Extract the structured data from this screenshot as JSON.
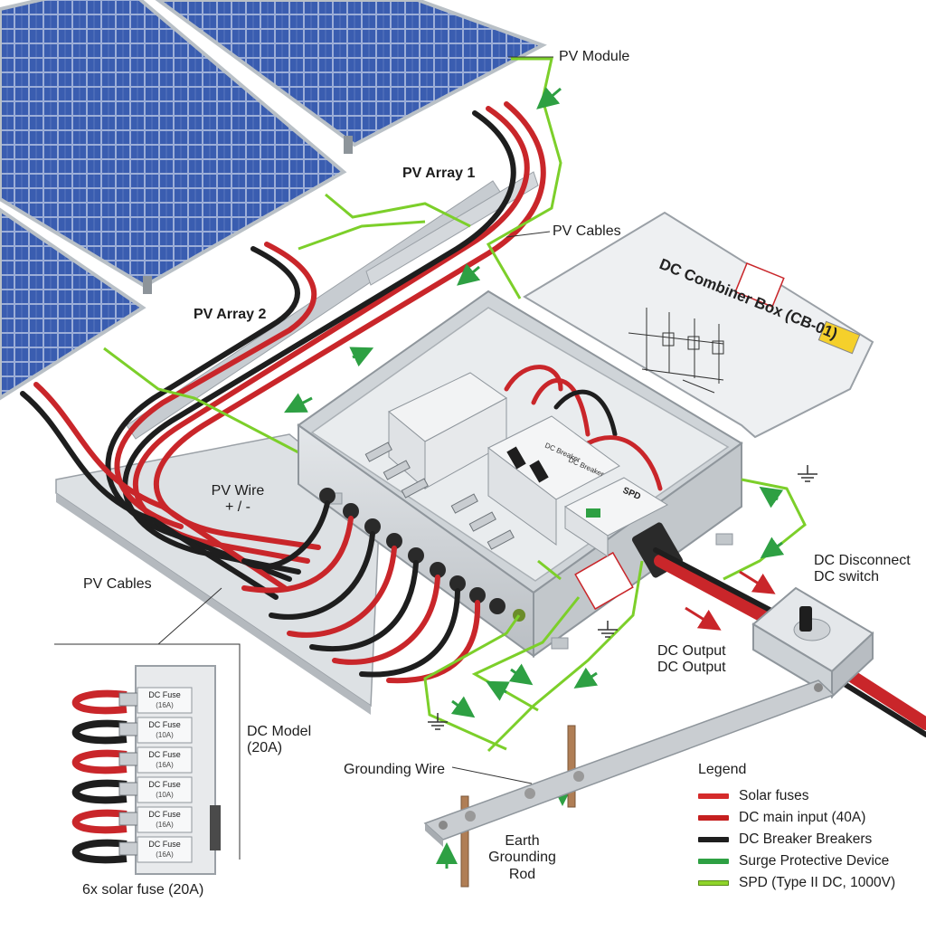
{
  "labels": {
    "pv_module": "PV Module",
    "pv_array_1": "PV Array 1",
    "pv_cables_top": "PV Cables",
    "pv_array_2": "PV Array 2",
    "pv_wire": "PV Wire",
    "pv_wire_polarity": "+ / -",
    "pv_cables_left": "PV Cables",
    "dc_disconnect": "DC Disconnect",
    "dc_switch": "DC switch",
    "dc_output_1": "DC Output",
    "dc_output_2": "DC Output",
    "dc_model": "DC Model",
    "dc_model_rating": "(20A)",
    "grounding_wire": "Grounding Wire",
    "earth_1": "Earth",
    "earth_2": "Grounding",
    "earth_3": "Rod",
    "solar_fuse_caption": "6x solar fuse (20A)"
  },
  "box": {
    "lid_title": "DC Combiner Box (CB-01)",
    "breaker_1": "DC Breaker",
    "breaker_2": "DC Breaker",
    "spd_label": "SPD"
  },
  "fuse_holders": [
    {
      "name": "DC Fuse",
      "rating": "(16A)"
    },
    {
      "name": "DC Fuse",
      "rating": "(10A)"
    },
    {
      "name": "DC Fuse",
      "rating": "(16A)"
    },
    {
      "name": "DC Fuse",
      "rating": "(10A)"
    },
    {
      "name": "DC Fuse",
      "rating": "(16A)"
    },
    {
      "name": "DC Fuse",
      "rating": "(16A)"
    }
  ],
  "legend": {
    "title": "Legend",
    "items": [
      {
        "label": "Solar fuses",
        "color": "#d52b2b"
      },
      {
        "label": "DC main input (40A)",
        "color": "#c51f1f"
      },
      {
        "label": "DC Breaker Breakers",
        "color": "#1e1e1e"
      },
      {
        "label": "Surge Protective Device",
        "color": "#2ea043"
      },
      {
        "label": "SPD (Type II DC, 1000V)",
        "color": "#8fd42a"
      }
    ]
  },
  "colors": {
    "positive_wire": "#c9262a",
    "negative_wire": "#1e1e1e",
    "ground_wire": "#7ccf2a",
    "flow_arrow": "#2ea043",
    "panel_cell": "#2f4f9e",
    "enclosure": "#cdd2d6"
  }
}
